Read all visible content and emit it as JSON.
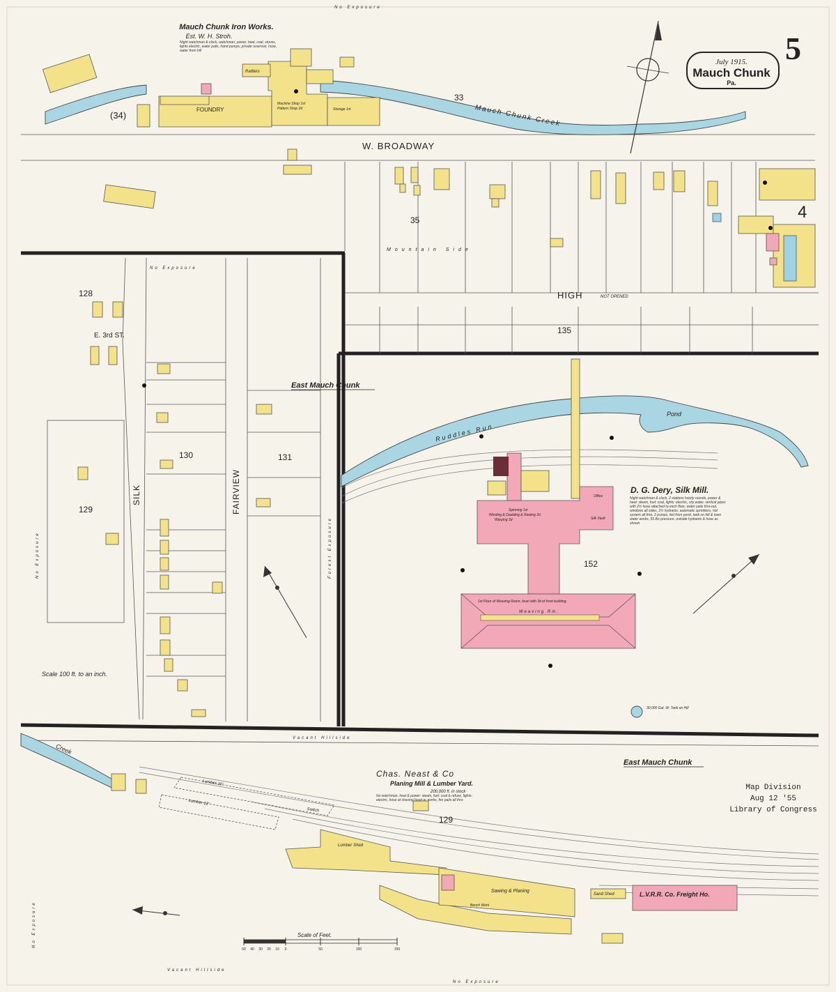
{
  "header": {
    "sheet_number": "5",
    "date": "July 1915.",
    "town": "Mauch Chunk",
    "state": "Pa."
  },
  "streets": {
    "w_broadway": "W. BROADWAY",
    "high": "HIGH",
    "high_note": "NOT OPENED",
    "silk": "SILK",
    "fairview": "FAIRVIEW",
    "e3rd": "E. 3rd ST.",
    "mountain_side": "Mountain Side"
  },
  "water": {
    "mauch_chunk_creek": "Mauch Chunk Creek",
    "ruddles_run": "Ruddles Run",
    "pond": "Pond",
    "creek": "Creek"
  },
  "blocks": {
    "b33": "33",
    "b34": "(34)",
    "b35": "35",
    "b128": "128",
    "b129a": "129",
    "b129b": "129",
    "b130": "130",
    "b131": "131",
    "b135": "135",
    "b152": "152",
    "adj4": "4"
  },
  "places": {
    "east_mauch_chunk_1": "East Mauch Chunk",
    "east_mauch_chunk_2": "East Mauch Chunk"
  },
  "businesses": {
    "iron_works_title": "Mauch Chunk Iron Works.",
    "iron_works_est": "Est. W. H. Stroh.",
    "iron_works_note": "Night watchman & clock, watchman, power, heat, coal, stoves, lights electric, water pails, hand pumps, private reservoir, hose, water from hill",
    "foundry": "FOUNDRY",
    "machine_shop": "Machine Shop 1st",
    "pattern_shop": "Pattern Shop 2d",
    "storage": "Storage 1st",
    "rattlers": "Rattlers",
    "silk_mill_title": "D. G. Dery, Silk Mill.",
    "silk_mill_note": "Night watchman & clock, 2 stations hourly rounds, power & heat: steam, fuel: coal, lights: electric, city water, vertical pipes with 2½ hose attached to each floor, water pails thro-out, windows all sides, 2½ hydrants, automatic sprinklers, hot system all thro, 2 pumps, fed from pond, tank on hill & town water works, 55 lbs pressure, outside hydrants & hose as shown",
    "spinning": "Spinning 1st",
    "winding": "Winding & Doubling & Reeling 2d",
    "warping": "Warping 3d",
    "office": "Office",
    "silk_vault": "Silk Vault",
    "weaving_note": "1st Floor of Weaving Room, level with 3d of front building.",
    "weaving_rm": "Weaving Rm.",
    "tank": "30,000 Gal. W. Tank on Hill",
    "neast_title": "Chas. Neast & Co",
    "neast_sub": "Planing Mill & Lumber Yard.",
    "neast_stock": "200,000 ft. in stock",
    "neast_note": "No watchman, heat & power: steam, fuel: coal & refuse, lights: electric, hose at shaving hood w. works, fire pails all thro",
    "lumber_1": "Lumber 10'",
    "lumber_2": "Lumber 12'",
    "lumber_shed": "Lumber Shed",
    "sawing": "Sawing & Planing",
    "bench_work": "Bench Work",
    "sand_shed": "Sand Shed",
    "freight_ho": "L.V.R.R. Co. Freight Ho.",
    "switch": "Switch"
  },
  "exposures": {
    "no_exposure": "No Exposure",
    "forest_exposure": "Forest Exposure",
    "vacant_hillside": "Vacant Hillside"
  },
  "scale": {
    "title": "Scale of Feet.",
    "ticks": [
      "50",
      "40",
      "30",
      "20",
      "10",
      "0",
      "50",
      "100",
      "150"
    ],
    "note": "Scale 100 ft. to an inch."
  },
  "stamp": {
    "line1": "Map Division",
    "line2": "Aug 12 '55",
    "line3": "Library of Congress"
  },
  "colors": {
    "frame": "#f3e289",
    "brick": "#f2a8b6",
    "water": "#a9d6e2",
    "paper": "#f6f3ea"
  }
}
